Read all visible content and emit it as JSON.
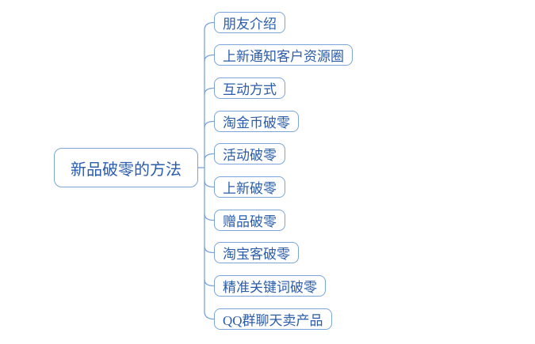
{
  "diagram": {
    "type": "mindmap",
    "root": {
      "label": "新品破零的方法"
    },
    "children": [
      {
        "label": "朋友介绍"
      },
      {
        "label": "上新通知客户资源圈"
      },
      {
        "label": "互动方式"
      },
      {
        "label": "淘金币破零"
      },
      {
        "label": "活动破零"
      },
      {
        "label": "上新破零"
      },
      {
        "label": "赠品破零"
      },
      {
        "label": "淘宝客破零"
      },
      {
        "label": "精准关键词破零"
      },
      {
        "label": "QQ群聊天卖产品"
      }
    ],
    "colors": {
      "node_border": "#7aa4da",
      "node_text": "#2b5caa",
      "connector": "#7aa4da",
      "background": "#ffffff"
    }
  }
}
